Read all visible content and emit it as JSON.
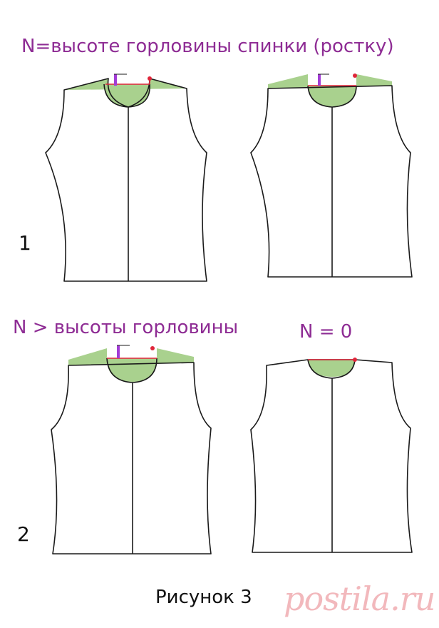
{
  "titles": {
    "top": "N=высоте горловины спинки (ростку)",
    "mid": "N > высоты горловины",
    "n_zero": "N = 0"
  },
  "row_numbers": {
    "first": "1",
    "second": "2"
  },
  "caption": "Рисунок 3",
  "watermark": {
    "text": "postila",
    "suffix": "ru"
  },
  "colors": {
    "title_text": "#8e2c94",
    "outline": "#1a1a1a",
    "green_fill": "#a9d18e",
    "red_line": "#e0263a",
    "purple_mark": "#a23cd6",
    "watermark": "#f2b8bc"
  }
}
